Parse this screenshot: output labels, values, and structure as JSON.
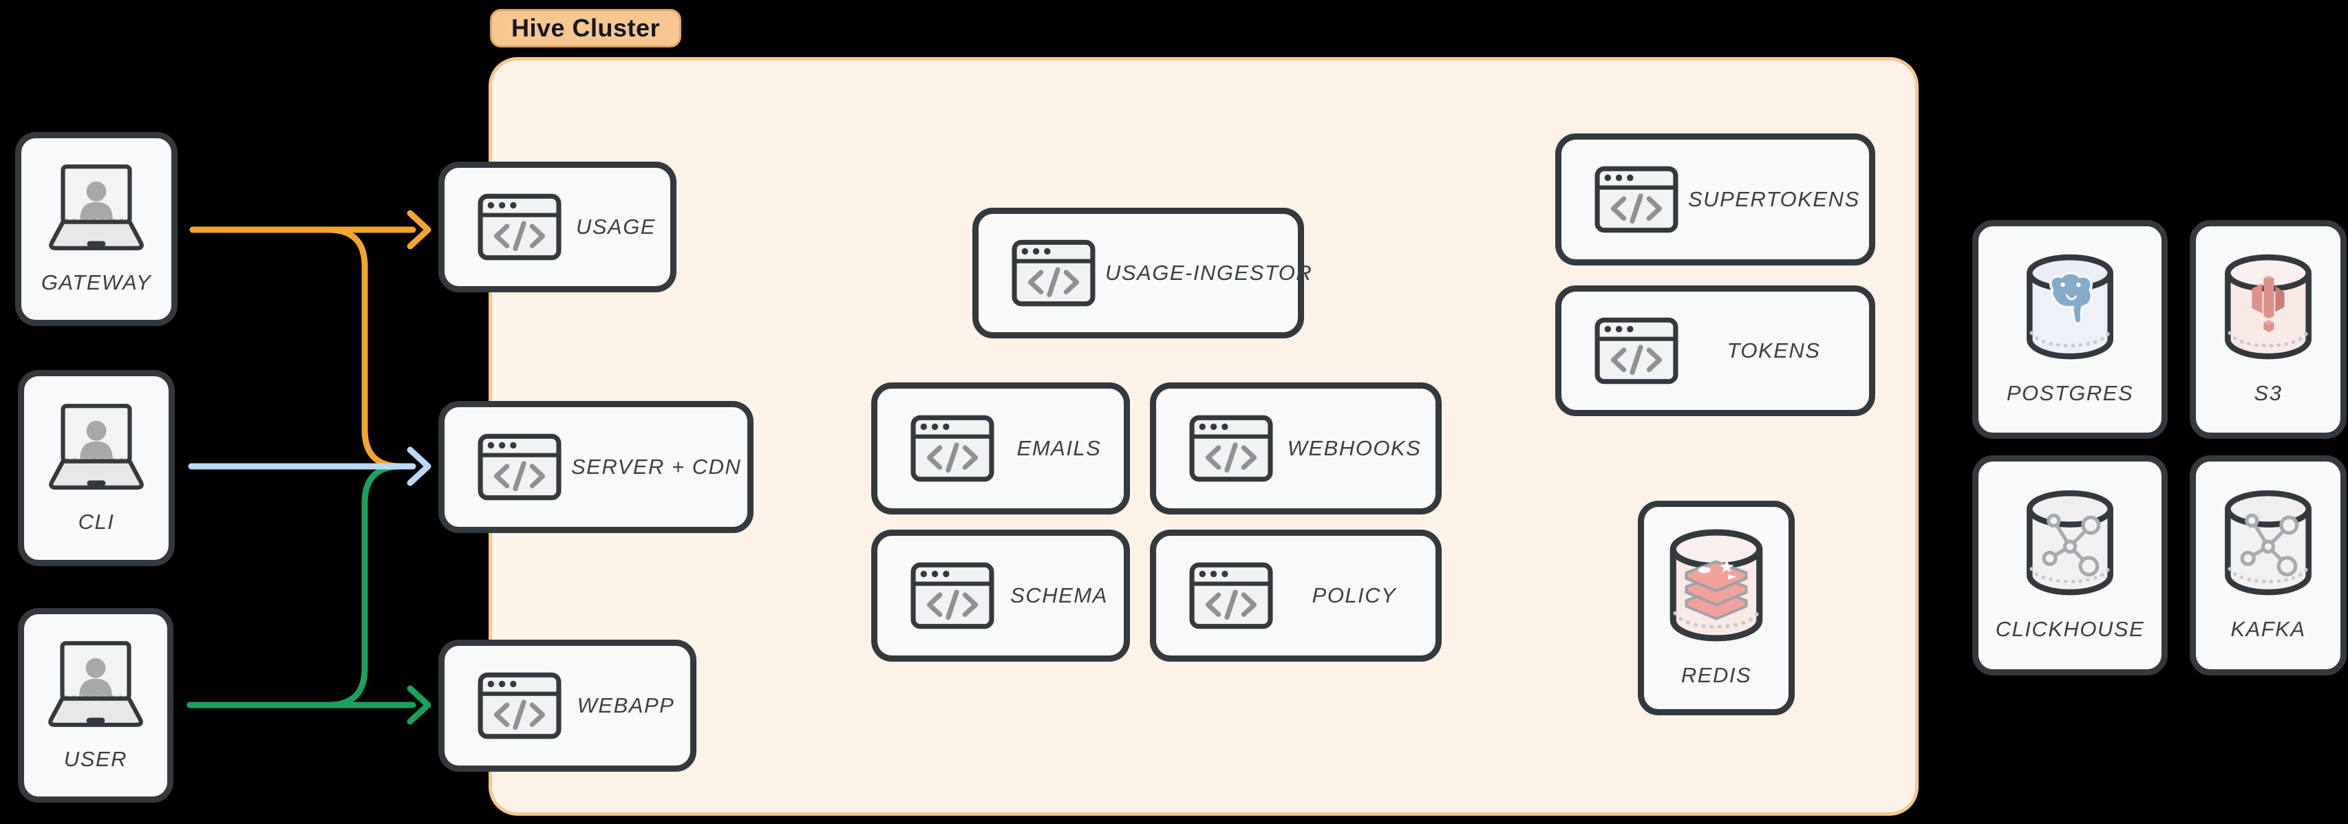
{
  "cluster": {
    "label": "Hive Cluster",
    "fill": "#FCF2E8",
    "border_color": "#F4C98E",
    "tag_fill": "#F6C890",
    "tag_text_color": "#141719"
  },
  "clients": [
    {
      "id": "gateway",
      "label": "GATEWAY",
      "icon": "laptop-user-icon"
    },
    {
      "id": "cli",
      "label": "CLI",
      "icon": "laptop-user-icon"
    },
    {
      "id": "user",
      "label": "USER",
      "icon": "laptop-user-icon"
    }
  ],
  "services": {
    "usage": {
      "label": "USAGE",
      "icon": "code-window-icon"
    },
    "server_cdn": {
      "label": "SERVER + CDN",
      "icon": "code-window-icon"
    },
    "webapp": {
      "label": "WEBAPP",
      "icon": "code-window-icon"
    },
    "usage_ingestor": {
      "label": "USAGE-INGESTOR",
      "icon": "code-window-icon"
    },
    "emails": {
      "label": "EMAILS",
      "icon": "code-window-icon"
    },
    "webhooks": {
      "label": "WEBHOOKS",
      "icon": "code-window-icon"
    },
    "schema": {
      "label": "SCHEMA",
      "icon": "code-window-icon"
    },
    "policy": {
      "label": "POLICY",
      "icon": "code-window-icon"
    },
    "supertokens": {
      "label": "SUPERTOKENS",
      "icon": "code-window-icon"
    },
    "tokens": {
      "label": "TOKENS",
      "icon": "code-window-icon"
    },
    "redis": {
      "label": "REDIS",
      "icon": "redis-database-icon"
    }
  },
  "stores": {
    "postgres": {
      "label": "POSTGRES",
      "icon": "postgres-database-icon"
    },
    "s3": {
      "label": "S3",
      "icon": "s3-database-icon"
    },
    "clickhouse": {
      "label": "CLICKHOUSE",
      "icon": "clickhouse-database-icon"
    },
    "kafka": {
      "label": "KAFKA",
      "icon": "kafka-database-icon"
    }
  },
  "edges": [
    {
      "from": "gateway",
      "to": "usage",
      "color": "#F5A42D"
    },
    {
      "from": "gateway",
      "to": "server_cdn",
      "color": "#F5A42D"
    },
    {
      "from": "cli",
      "to": "server_cdn",
      "color": "#B9D9F7"
    },
    {
      "from": "user",
      "to": "webapp",
      "color": "#19A25D"
    },
    {
      "from": "user",
      "to": "server_cdn",
      "color": "#19A25D"
    }
  ],
  "colors": {
    "background": "#000000",
    "node_fill": "#F8F9F9",
    "node_border": "#33393D",
    "label_text": "#3A4146",
    "icon_gray": "#8D9296",
    "silhouette_gray": "#A8A8A8",
    "redis_pink": "#F2A29C",
    "postgres_blue": "#87A9CA",
    "s3_salmon": "#DF908A"
  }
}
